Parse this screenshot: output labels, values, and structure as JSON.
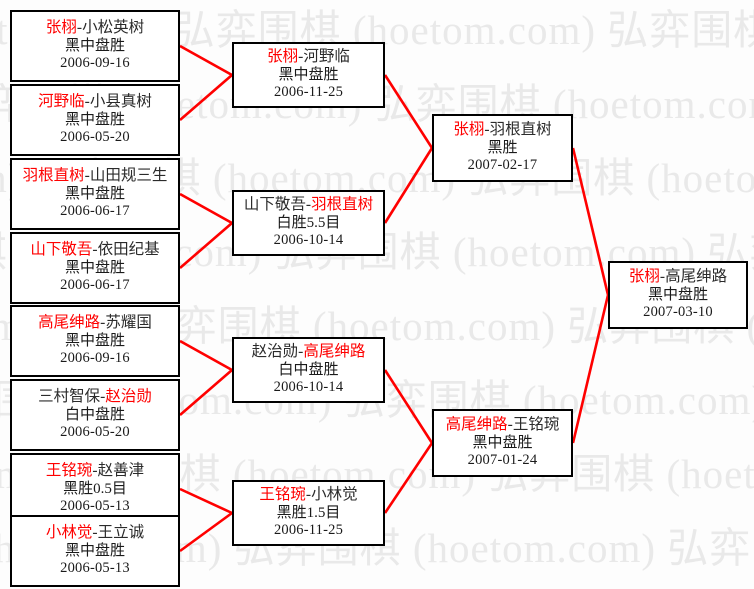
{
  "watermark": {
    "text": "弘弈围棋 (hoetom.com)",
    "color": "#e9e9e9"
  },
  "colors": {
    "winner": "#ff0000",
    "loser": "#2b2b2b",
    "line": "#ff0000",
    "border": "#000000",
    "background": "#fdfdfd"
  },
  "bracket": {
    "round1": [
      {
        "id": "r1-m1",
        "left_player": "张栩",
        "right_player": "小松英树",
        "winner_side": "left",
        "result": "黑中盘胜",
        "date": "2006-09-16"
      },
      {
        "id": "r1-m2",
        "left_player": "河野临",
        "right_player": "小县真树",
        "winner_side": "left",
        "result": "黑中盘胜",
        "date": "2006-05-20"
      },
      {
        "id": "r1-m3",
        "left_player": "羽根直树",
        "right_player": "山田规三生",
        "winner_side": "left",
        "result": "黑中盘胜",
        "date": "2006-06-17"
      },
      {
        "id": "r1-m4",
        "left_player": "山下敬吾",
        "right_player": "依田纪基",
        "winner_side": "left",
        "result": "黑中盘胜",
        "date": "2006-06-17"
      },
      {
        "id": "r1-m5",
        "left_player": "高尾绅路",
        "right_player": "苏耀国",
        "winner_side": "left",
        "result": "黑中盘胜",
        "date": "2006-09-16"
      },
      {
        "id": "r1-m6",
        "left_player": "三村智保",
        "right_player": "赵治勋",
        "winner_side": "right",
        "result": "白中盘胜",
        "date": "2006-05-20"
      },
      {
        "id": "r1-m7",
        "left_player": "王铭琬",
        "right_player": "赵善津",
        "winner_side": "left",
        "result": "黑胜0.5目",
        "date": "2006-05-13"
      },
      {
        "id": "r1-m8",
        "left_player": "小林觉",
        "right_player": "王立诚",
        "winner_side": "left",
        "result": "黑中盘胜",
        "date": "2006-05-13"
      }
    ],
    "round2": [
      {
        "id": "r2-m1",
        "left_player": "张栩",
        "right_player": "河野临",
        "winner_side": "left",
        "result": "黑中盘胜",
        "date": "2006-11-25"
      },
      {
        "id": "r2-m2",
        "left_player": "山下敬吾",
        "right_player": "羽根直树",
        "winner_side": "right",
        "result": "白胜5.5目",
        "date": "2006-10-14"
      },
      {
        "id": "r2-m3",
        "left_player": "赵治勋",
        "right_player": "高尾绅路",
        "winner_side": "right",
        "result": "白中盘胜",
        "date": "2006-10-14"
      },
      {
        "id": "r2-m4",
        "left_player": "王铭琬",
        "right_player": "小林觉",
        "winner_side": "left",
        "result": "黑胜1.5目",
        "date": "2006-11-25"
      }
    ],
    "semifinal": [
      {
        "id": "sf-m1",
        "left_player": "张栩",
        "right_player": "羽根直树",
        "winner_side": "left",
        "result": "黑胜",
        "date": "2007-02-17"
      },
      {
        "id": "sf-m2",
        "left_player": "高尾绅路",
        "right_player": "王铭琬",
        "winner_side": "left",
        "result": "黑中盘胜",
        "date": "2007-01-24"
      }
    ],
    "final": [
      {
        "id": "f-m1",
        "left_player": "张栩",
        "right_player": "高尾绅路",
        "winner_side": "left",
        "result": "黑中盘胜",
        "date": "2007-03-10"
      }
    ]
  }
}
